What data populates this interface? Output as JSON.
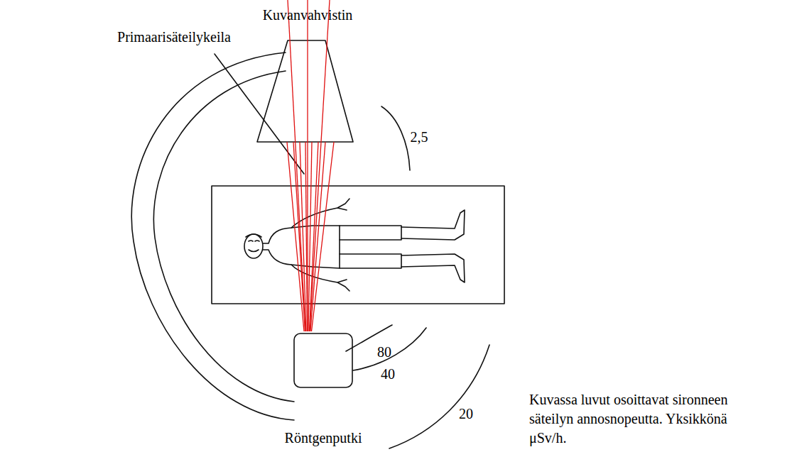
{
  "diagram": {
    "labels": [
      "Kuvanvahvistin",
      "Primaarisäteilykeila",
      "2,5",
      "80",
      "40",
      "20",
      "Röntgenputki",
      "Kuvassa luvut osoittavat sironneen säteilyn annosnopeutta. Yksikkönä μSv/h."
    ]
  }
}
